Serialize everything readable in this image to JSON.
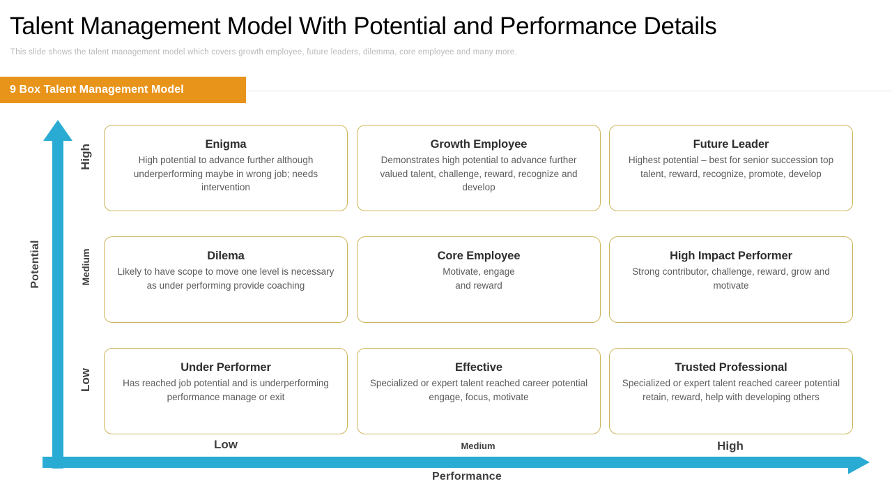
{
  "header": {
    "title": "Talent Management Model With Potential and Performance Details",
    "subtitle": "This slide shows the talent management model which covers growth employee, future leaders, dilemma, core employee and many more."
  },
  "banner": {
    "label": "9 Box Talent Management Model",
    "color": "#e8941a"
  },
  "axes": {
    "y_title": "Potential",
    "x_title": "Performance",
    "y_ticks": [
      "High",
      "Medium",
      "Low"
    ],
    "x_ticks": [
      "Low",
      "Medium",
      "High"
    ],
    "arrow_color": "#29abd4"
  },
  "matrix": {
    "border_color": "#cdb45a",
    "cells": [
      {
        "row": "High",
        "col": "Low",
        "title": "Enigma",
        "desc": "High potential to advance further although underperforming maybe in wrong job; needs intervention"
      },
      {
        "row": "High",
        "col": "Medium",
        "title": "Growth Employee",
        "desc": "Demonstrates high potential to advance further valued talent, challenge, reward, recognize and develop"
      },
      {
        "row": "High",
        "col": "High",
        "title": "Future Leader",
        "desc": "Highest potential – best for senior succession top talent, reward, recognize, promote, develop"
      },
      {
        "row": "Medium",
        "col": "Low",
        "title": "Dilema",
        "desc": "Likely to have scope to move one level is necessary as under performing provide coaching"
      },
      {
        "row": "Medium",
        "col": "Medium",
        "title": "Core Employee",
        "desc": "Motivate, engage\nand reward"
      },
      {
        "row": "Medium",
        "col": "High",
        "title": "High Impact Performer",
        "desc": "Strong contributor, challenge, reward, grow and motivate"
      },
      {
        "row": "Low",
        "col": "Low",
        "title": "Under Performer",
        "desc": "Has reached job potential and is underperforming performance manage or exit"
      },
      {
        "row": "Low",
        "col": "Medium",
        "title": "Effective",
        "desc": "Specialized or expert talent reached career potential engage, focus, motivate"
      },
      {
        "row": "Low",
        "col": "High",
        "title": "Trusted Professional",
        "desc": "Specialized or expert talent reached career potential retain, reward, help with developing others"
      }
    ]
  }
}
